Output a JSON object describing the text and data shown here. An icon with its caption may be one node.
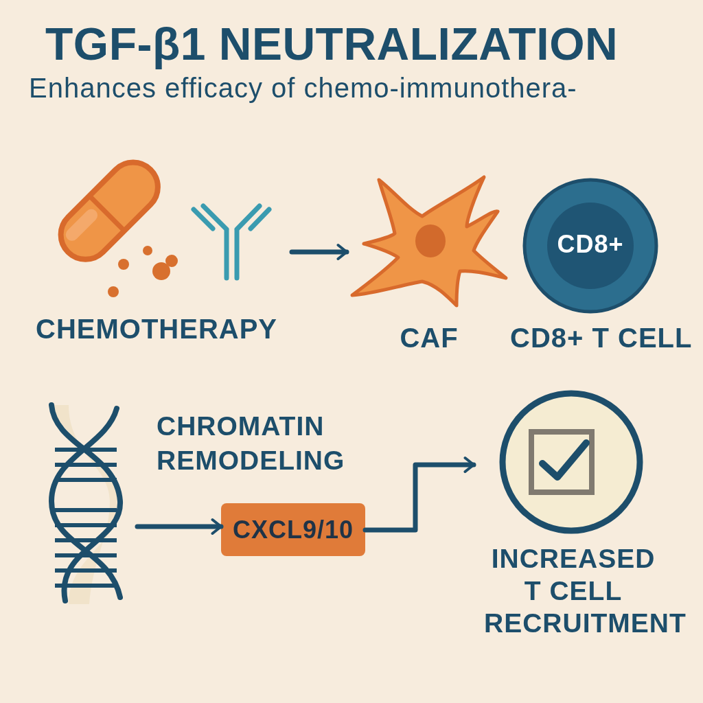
{
  "diagram": {
    "title": "TGF-β1 NEUTRALIZATION",
    "nodes": [
      {
        "text": [
          "CHEMOTHERAPY"
        ]
      },
      {
        "text": [
          "CAF"
        ]
      },
      {
        "text": [
          "CD8+",
          "CD8+ T CELL"
        ]
      },
      {
        "text": [],
        "shape": "picture"
      },
      {
        "text": [
          "CXCL9/10"
        ]
      },
      {
        "text": [
          "INCREASED T CELL RECRUITMENT"
        ]
      }
    ],
    "edges": [
      {
        "from": 0,
        "to": 1,
        "arrow": "to"
      },
      {
        "from": 3,
        "to": 4,
        "arrow": "to"
      },
      {
        "from": 4,
        "to": 5,
        "arrow": "to"
      }
    ],
    "labels": [
      "Enhances efficacy of chemo-immunothera-",
      "CHROMATIN REMODELING"
    ]
  }
}
